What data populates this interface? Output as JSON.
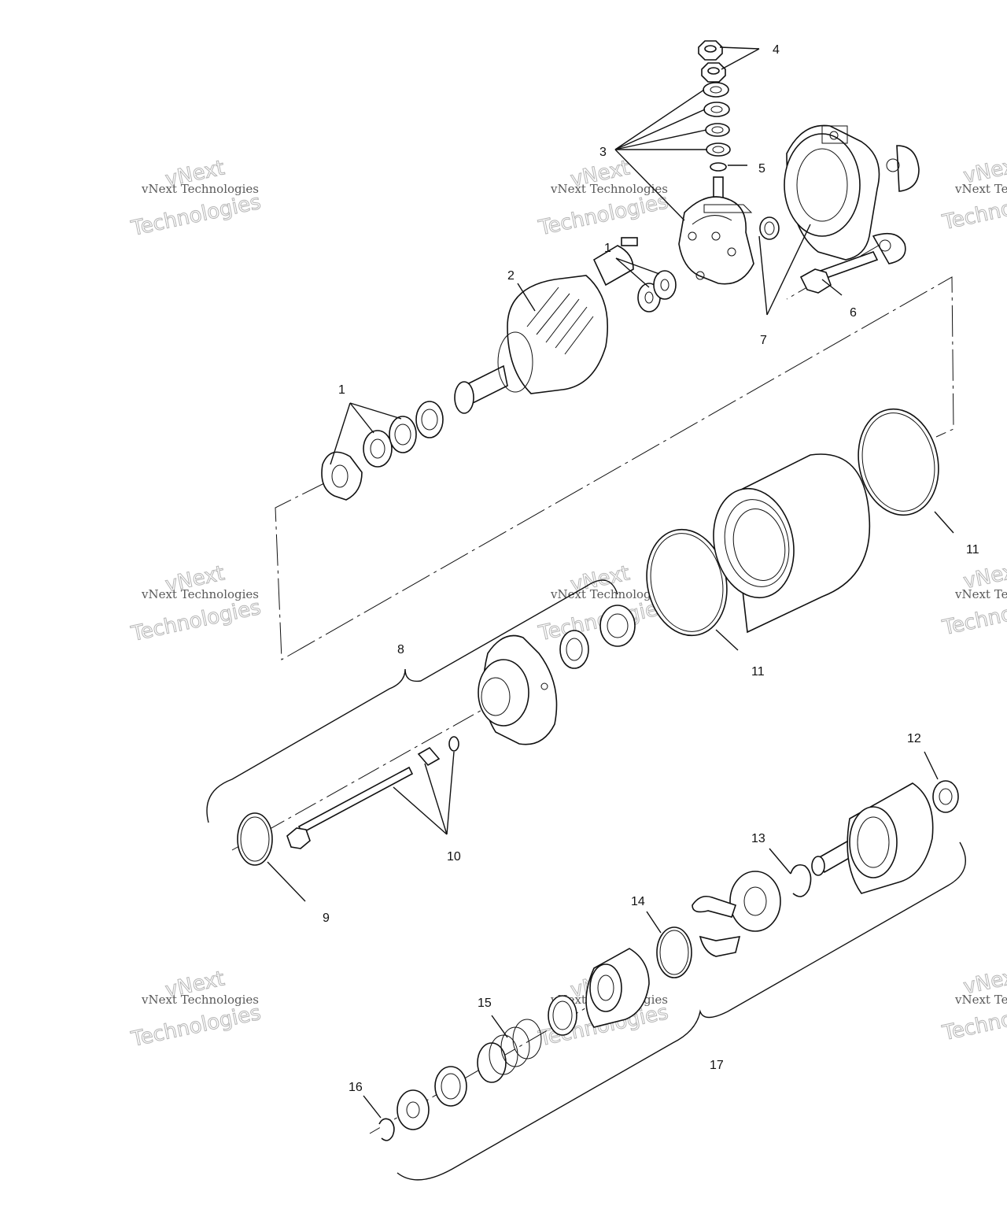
{
  "callouts": {
    "c1a": "1",
    "c1b": "1",
    "c2": "2",
    "c3": "3",
    "c4": "4",
    "c5": "5",
    "c6": "6",
    "c7": "7",
    "c8": "8",
    "c9": "9",
    "c10": "10",
    "c11a": "11",
    "c11b": "11",
    "c12": "12",
    "c13": "13",
    "c14": "14",
    "c15": "15",
    "c16": "16",
    "c17": "17"
  },
  "watermark": {
    "line_small": "vNext Technologies",
    "word1": "vNext",
    "word2": "Technologies"
  }
}
